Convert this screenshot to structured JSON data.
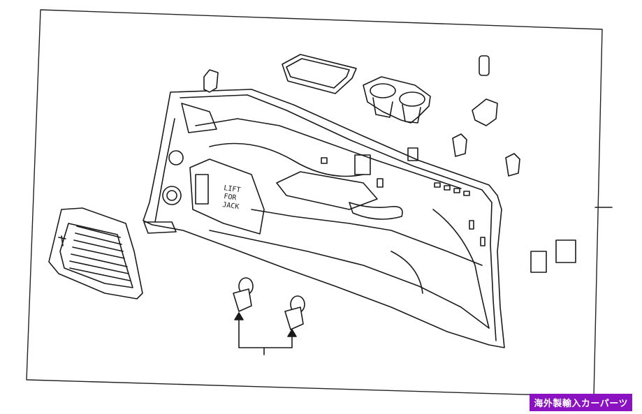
{
  "diagram": {
    "panel_label": [
      "LIFT",
      "FOR",
      "JACK"
    ]
  },
  "watermark": {
    "text": "海外製輸入カーパーツ",
    "color": "#8a12c0"
  },
  "colors": {
    "line": "#1a1a1a",
    "fill": "#ffffff",
    "border": "#222222"
  }
}
